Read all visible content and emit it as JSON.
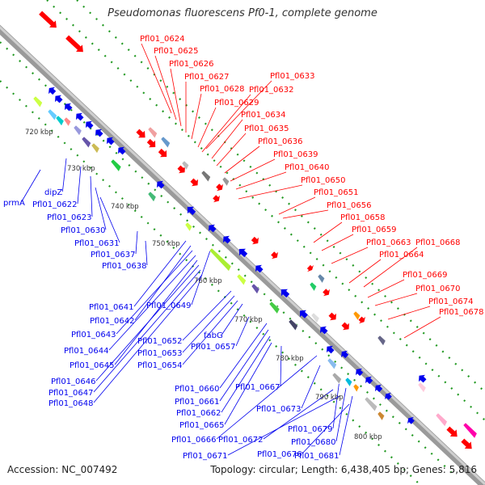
{
  "title": "Pseudomonas fluorescens Pf0-1, complete genome",
  "footer": {
    "accession": "Accession: NC_007492",
    "topology": "Topology: circular; Length: 6,438,405 bp; Genes: 5,816"
  },
  "ticks": [
    "720 kbp",
    "730 kbp",
    "740 kbp",
    "750 kbp",
    "760 kbp",
    "770 kbp",
    "780 kbp",
    "790 kbp",
    "800 kbp"
  ],
  "red_labels": [
    "Pfl01_0624",
    "Pfl01_0625",
    "Pfl01_0626",
    "Pfl01_0627",
    "Pfl01_0628",
    "Pfl01_0629",
    "Pfl01_0632",
    "Pfl01_0633",
    "Pfl01_0634",
    "Pfl01_0635",
    "Pfl01_0636",
    "Pfl01_0639",
    "Pfl01_0640",
    "Pfl01_0650",
    "Pfl01_0651",
    "Pfl01_0656",
    "Pfl01_0658",
    "Pfl01_0659",
    "Pfl01_0663",
    "Pfl01_0664",
    "Pfl01_0668",
    "Pfl01_0669",
    "Pfl01_0670",
    "Pfl01_0674",
    "Pfl01_0678"
  ],
  "blue_labels": [
    "prmA",
    "dipZ",
    "Pfl01_0622",
    "Pfl01_0623",
    "Pfl01_0630",
    "Pfl01_0631",
    "Pfl01_0637",
    "Pfl01_0638",
    "Pfl01_0641",
    "Pfl01_0642",
    "Pfl01_0643",
    "Pfl01_0644",
    "Pfl01_0645",
    "Pfl01_0646",
    "Pfl01_0647",
    "Pfl01_0648",
    "Pfl01_0649",
    "Pfl01_0652",
    "Pfl01_0653",
    "Pfl01_0654",
    "fabG",
    "Pfl01_0657",
    "Pfl01_0660",
    "Pfl01_0661",
    "Pfl01_0662",
    "Pfl01_0665",
    "Pfl01_0666",
    "Pfl01_0667",
    "Pfl01_0671",
    "Pfl01_0672",
    "Pfl01_0673",
    "Pfl01_0676",
    "Pfl01_0679",
    "Pfl01_0680",
    "Pfl01_0681"
  ],
  "colors": {
    "forward": "#ff0000",
    "reverse": "#0000ee",
    "backbone": "#999999",
    "dots": "#229922"
  }
}
